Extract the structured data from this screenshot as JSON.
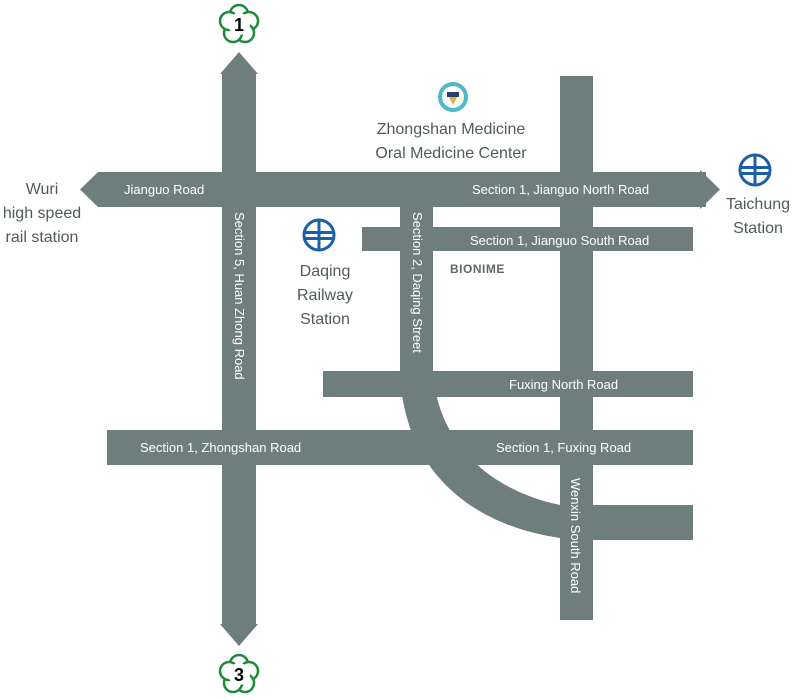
{
  "colors": {
    "road": "#6e7e7d",
    "label": "#4f5b5b",
    "rail": "#1a5fa8",
    "shield": "#1d8a3a"
  },
  "roads": {
    "jianguo": "Jianguo Road",
    "jianguo_north": "Section 1, Jianguo North Road",
    "jianguo_south": "Section 1, Jianguo South Road",
    "huan_zhong": "Section 5, Huan Zhong Road",
    "daqing": "Section 2, Daqing Street",
    "fuxing_north": "Fuxing North Road",
    "zhongshan": "Section 1, Zhongshan Road",
    "fuxing": "Section 1, Fuxing Road",
    "wenxin_south": "Wenxin South Road"
  },
  "places": {
    "wuri_line1": "Wuri",
    "wuri_line2": "high speed",
    "wuri_line3": "rail station",
    "taichung_line1": "Taichung",
    "taichung_line2": "Station",
    "daqing_line1": "Daqing",
    "daqing_line2": "Railway",
    "daqing_line3": "Station",
    "zhongshan_line1": "Zhongshan Medicine",
    "zhongshan_line2": "Oral Medicine Center",
    "bionime": "BIONIME"
  },
  "shields": {
    "north": "1",
    "south": "3"
  },
  "icons": [
    "railway-station-icon",
    "hospital-icon",
    "highway-shield-icon"
  ]
}
